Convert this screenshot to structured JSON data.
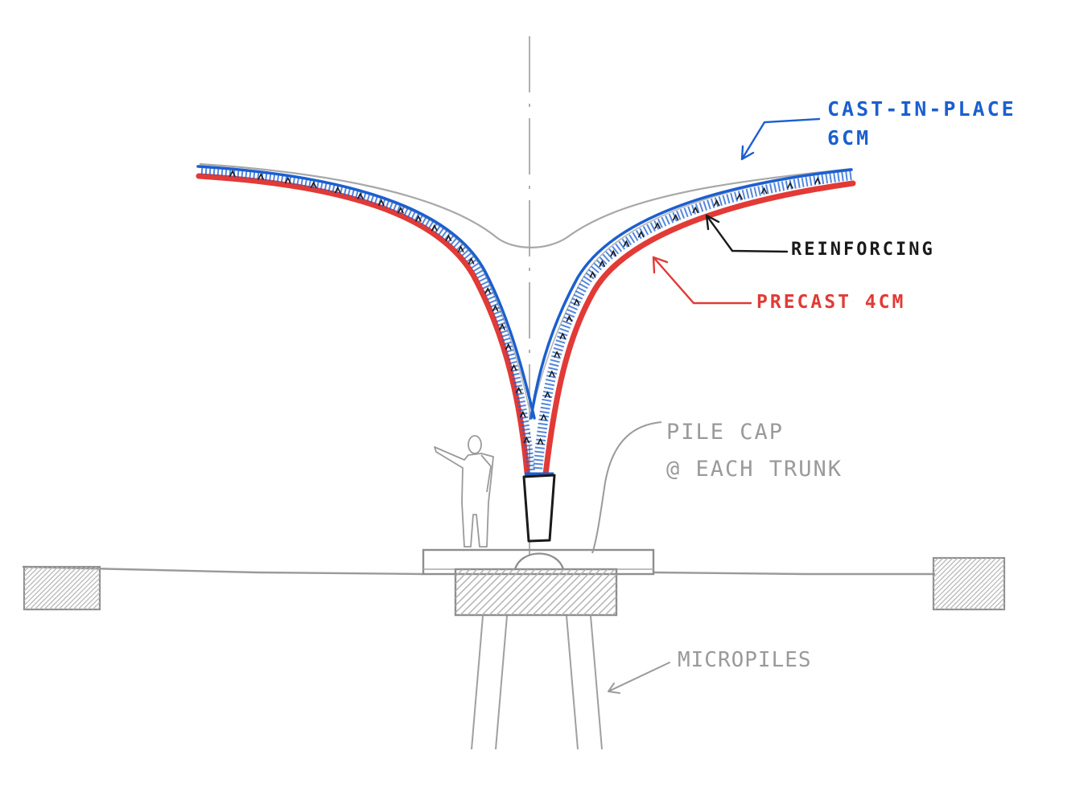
{
  "labels": {
    "cast_in_place_line1": "CAST-IN-PLACE",
    "cast_in_place_line2": "6cm",
    "reinforcing": "REINFORCING",
    "precast": "PRECAST 4cm",
    "pile_cap_line1": "PILE CAP",
    "pile_cap_line2": "@ EACH TRUNK",
    "micropiles": "MICROPILES"
  },
  "colors": {
    "cast_in_place": "#1b5fd0",
    "precast": "#e23a36",
    "reinforcing": "#1a1a1a",
    "pencil": "#9a9a9a",
    "paper": "#ffffff"
  },
  "icons": {
    "annotation_arrow": "pencil-arrow",
    "person": "human-scale-figure"
  }
}
